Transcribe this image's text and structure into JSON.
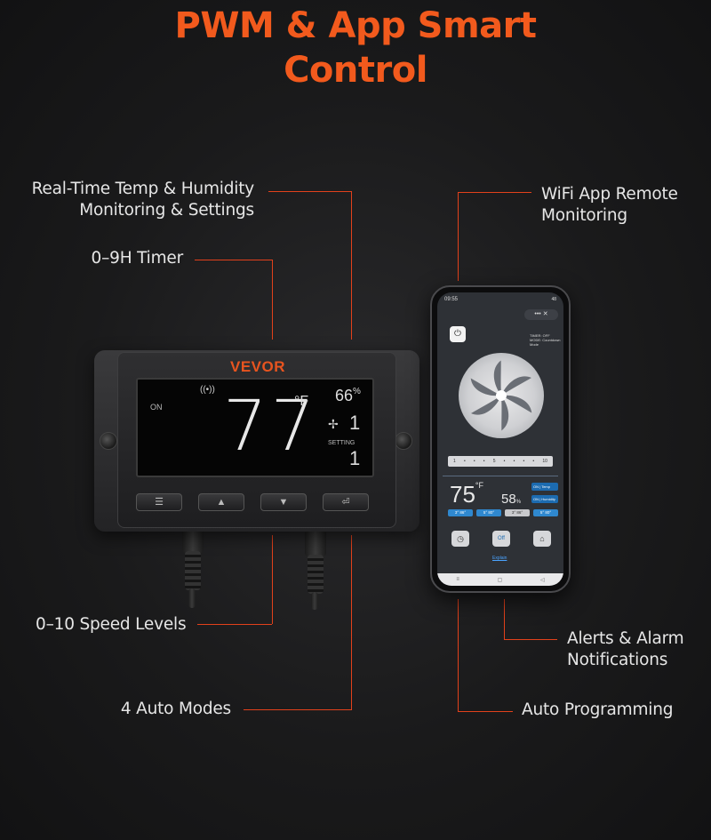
{
  "title": {
    "line1": "PWM & App Smart",
    "line2": "Control"
  },
  "features": {
    "temp_humidity": {
      "line1": "Real-Time Temp & Humidity",
      "line2": "Monitoring & Settings"
    },
    "timer": "0–9H Timer",
    "speed": "0–10 Speed Levels",
    "auto_modes": "4 Auto Modes",
    "wifi_app": {
      "line1": "WiFi App Remote",
      "line2": "Monitoring"
    },
    "alerts": {
      "line1": "Alerts & Alarm",
      "line2": "Notifications"
    },
    "auto_programming": "Auto Programming"
  },
  "accent_color": "#e2411b",
  "controller": {
    "brand": "VEVOR",
    "status": "ON",
    "temperature": "77",
    "temp_unit": "°F",
    "humidity": "66",
    "humidity_unit": "%",
    "speed": "1",
    "setting_label": "SETTING",
    "setting_value": "1",
    "buttons": [
      {
        "icon": "menu-icon",
        "glyph": "☰"
      },
      {
        "icon": "up-arrow-icon",
        "glyph": "▲"
      },
      {
        "icon": "down-arrow-icon",
        "glyph": "▼"
      },
      {
        "icon": "enter-icon",
        "glyph": "⏎"
      }
    ]
  },
  "phone": {
    "clock": "09:55",
    "battery": "48",
    "menu": "•••  ✕",
    "timer_info": {
      "line1": "TIMER: OFF",
      "line2": "MODE: Countdown",
      "line3": "Mode"
    },
    "slider": [
      "1",
      "•",
      "•",
      "•",
      "5",
      "•",
      "•",
      "•",
      "•",
      "10"
    ],
    "temperature": "75",
    "temp_unit": "°F",
    "humidity": "58",
    "humidity_unit": "%",
    "toggle_temp": "ON | Temp",
    "toggle_hum": "ON | Humidity",
    "chips": [
      "3° 86°",
      "5° 80°",
      "3° 86°",
      "5° 80°"
    ],
    "explain": "Explain",
    "icons": [
      "clock-icon",
      "off-button-icon",
      "home-icon"
    ],
    "off_label": "Off",
    "nav": [
      "≡",
      "▢",
      "◁"
    ]
  }
}
